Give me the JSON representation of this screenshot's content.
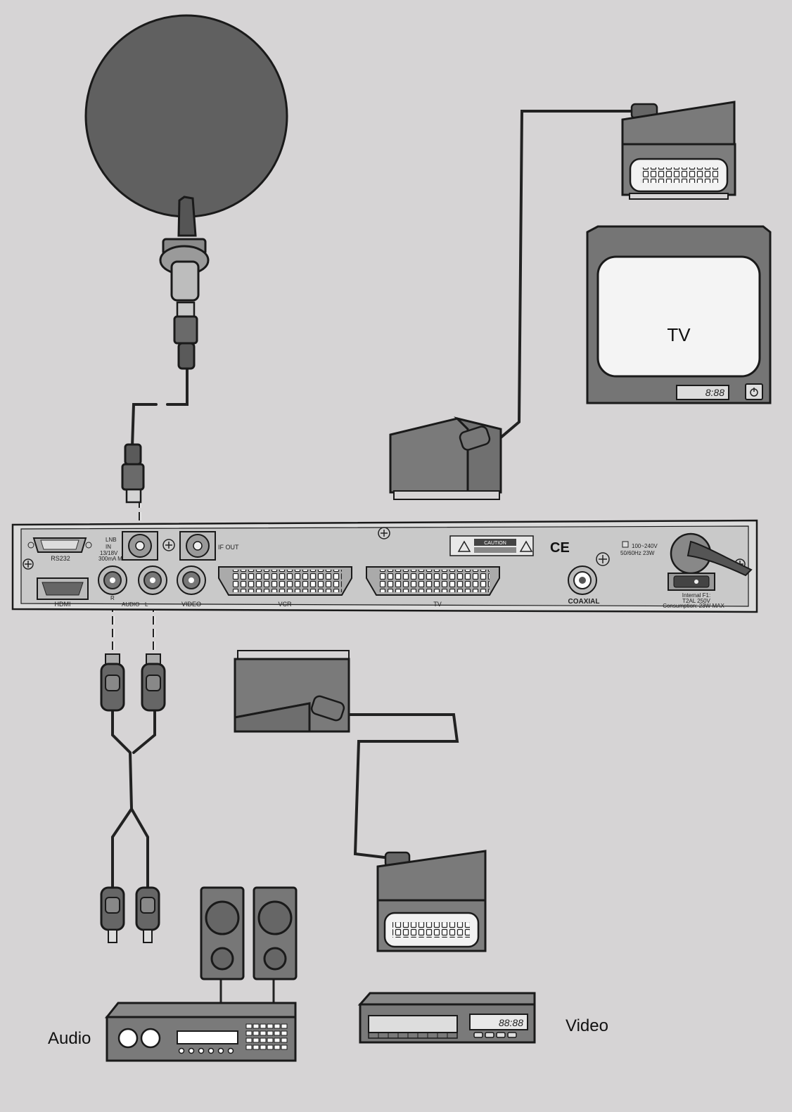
{
  "labels": {
    "tv": "TV",
    "tv_clock": "8:88",
    "video": "Video",
    "audio": "Audio",
    "vcr_clock": "88:88"
  },
  "receiver": {
    "rs232": "RS232",
    "lnb_line1": "LNB",
    "lnb_line2": "IN",
    "lnb_line3": "13/18V",
    "lnb_line4": "300mA Max",
    "if_out": "IF OUT",
    "hdmi": "HDMI",
    "audio_r": "R",
    "audio": "AUDIO",
    "audio_l": "L",
    "video": "VIDEO",
    "vcr": "VCR",
    "tv": "TV",
    "caution": "CAUTION",
    "ce": "CE",
    "power_line1": "100~240V",
    "power_line2": "50/60Hz 23W",
    "coaxial": "COAXIAL",
    "fuse_line1": "Internal F1:",
    "fuse_line2": "T2AL 250V",
    "fuse_line3": "Consumption: 23W MAX"
  }
}
